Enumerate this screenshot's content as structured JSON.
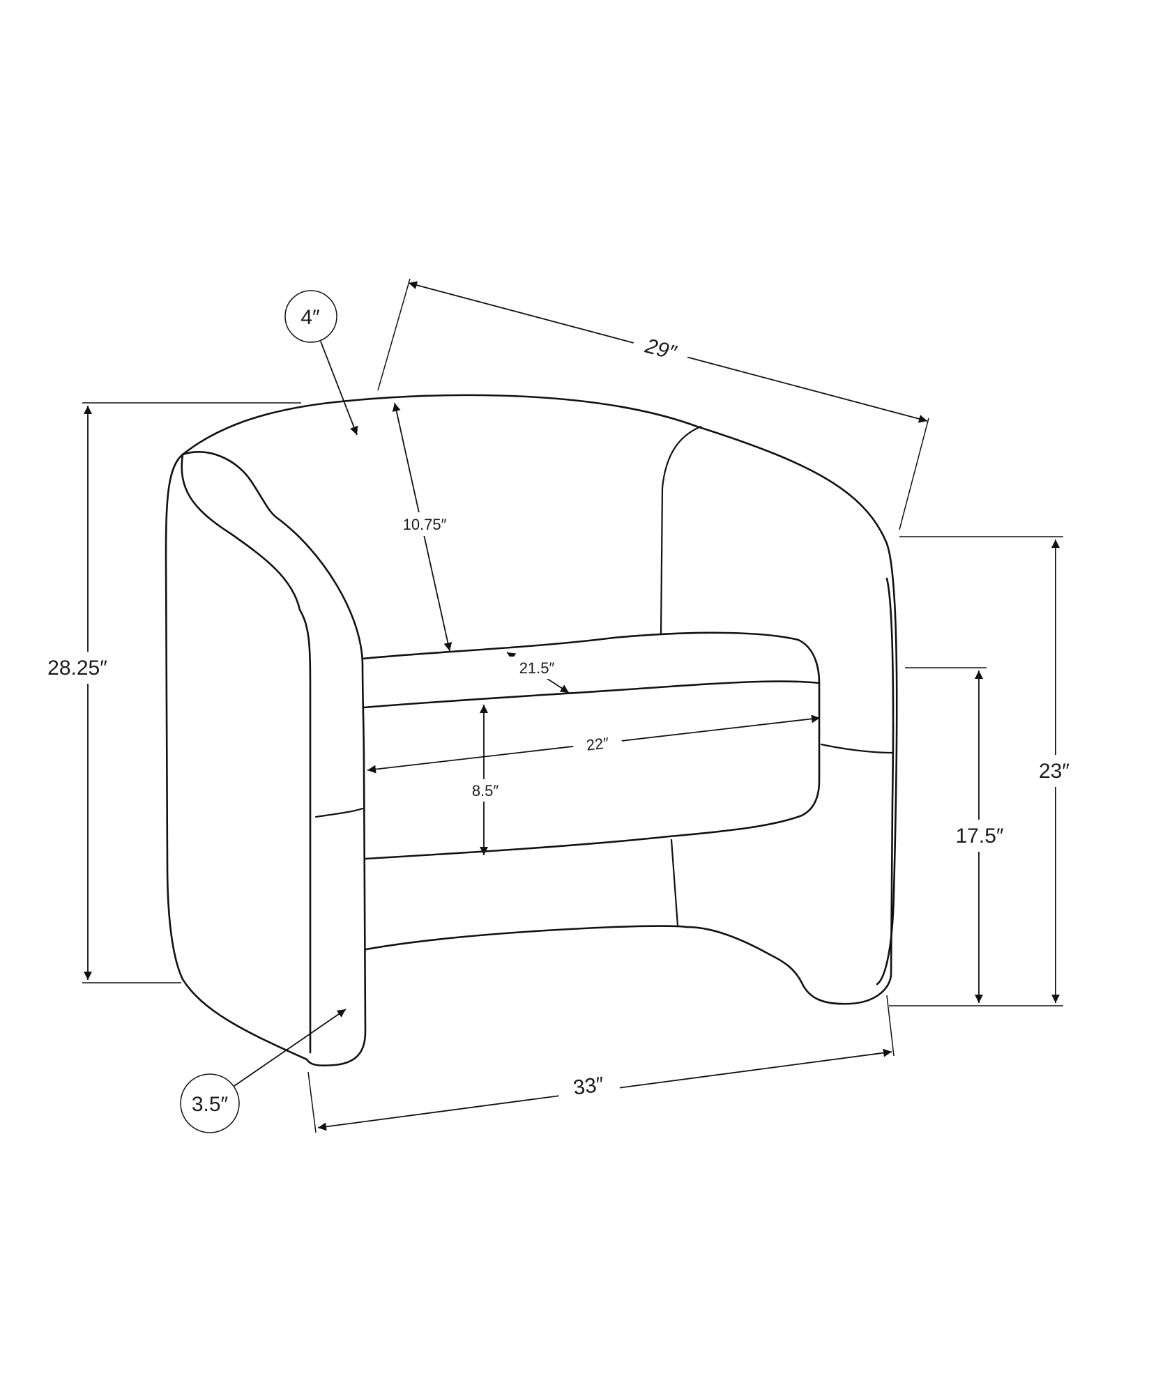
{
  "figure": {
    "subject": "barrel accent chair dimension drawing",
    "line_color": "#111111",
    "background": "#ffffff"
  },
  "dimensions": {
    "overall_height": "28.25″",
    "overall_depth": "29″",
    "overall_width": "33″",
    "arm_height": "23″",
    "seat_height": "17.5″",
    "back_height_from_seat": "10.75″",
    "seat_depth": "21.5″",
    "seat_width": "22″",
    "seat_thickness": "8.5″",
    "back_thickness": "4″",
    "arm_thickness": "3.5″"
  }
}
